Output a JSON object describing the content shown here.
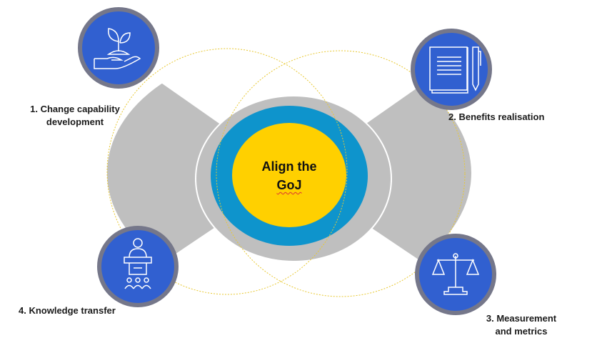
{
  "center": {
    "line1": "Align the",
    "line2": "GoJ"
  },
  "items": [
    {
      "label_line1": "1. Change capability",
      "label_line2": "development",
      "icon": "hand-plant-icon"
    },
    {
      "label_line1": "2. Benefits realisation",
      "label_line2": "",
      "icon": "book-pen-icon"
    },
    {
      "label_line1": "3. Measurement",
      "label_line2": "and metrics",
      "icon": "balance-scale-icon"
    },
    {
      "label_line1": "4. Knowledge transfer",
      "label_line2": "",
      "icon": "presenter-audience-icon"
    }
  ],
  "colors": {
    "gray": "#bfbfbf",
    "blue": "#0e94cc",
    "yellow": "#ffd000",
    "icon_fill": "#3160d0",
    "icon_border": "#75778a"
  }
}
